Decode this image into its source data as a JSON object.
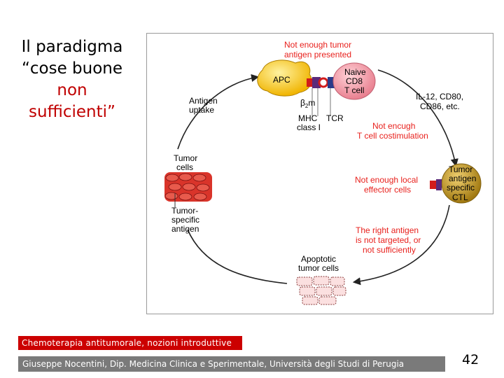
{
  "slide": {
    "title_line1": "Il paradigma",
    "title_line2": "“cose buone",
    "title_line3": "non",
    "title_line4": "sufficienti”",
    "footer_course": "Chemoterapia antitumorale, nozioni introduttive",
    "footer_author": "Giuseppe Nocentini, Dip. Medicina Clinica e Sperimentale, Università degli Studi di Perugia",
    "page_number": "42"
  },
  "diagram": {
    "red_notes": {
      "antigen_l1": "Not enough tumor",
      "antigen_l2": "antigen presented",
      "costim_l1": "Not encugh",
      "costim_l2": "T cell costimulation",
      "effector_l1": "Not enough local",
      "effector_l2": "effector cells",
      "target_l1": "The right antigen",
      "target_l2": "is not targeted, or",
      "target_l3": "not sufficiently"
    },
    "labels": {
      "antigen_uptake_l1": "Antigen",
      "antigen_uptake_l2": "uptake",
      "apc": "APC",
      "naive_l1": "Naive",
      "naive_l2": "CD8",
      "naive_l3": "T cell",
      "b2m_beta": "β",
      "b2m_sub": "2",
      "b2m_m": "m",
      "mhc_l1": "MHC",
      "mhc_l2": "class I",
      "tcr": "TCR",
      "il12_l1": "IL-12, CD80,",
      "il12_l2": "CD86, etc.",
      "ctl_l1": "Tumor",
      "ctl_l2": "antigen",
      "ctl_l3": "specific",
      "ctl_l4": "CTL",
      "tumor_cells_l1": "Tumor",
      "tumor_cells_l2": "cells",
      "tsa_l1": "Tumor-",
      "tsa_l2": "specific",
      "tsa_l3": "antigen",
      "apoptotic_l1": "Apoptotic",
      "apoptotic_l2": "tumor cells"
    },
    "colors": {
      "note_red": "#e8201c",
      "apc_yellow": "#f5c000",
      "naive_pink": "#f29ba6",
      "ctl_gold": "#c8a020",
      "tumor_red": "#d9342a",
      "arrow_dark": "#222222"
    }
  }
}
